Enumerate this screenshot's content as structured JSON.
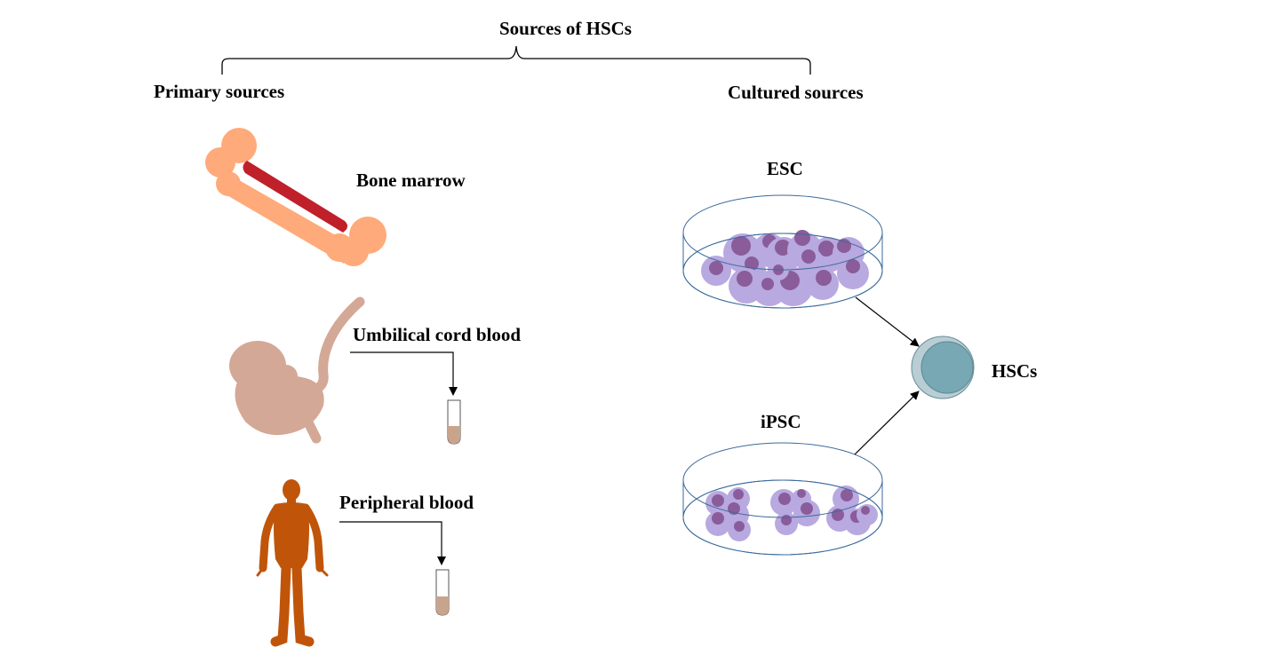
{
  "title": "Sources of HSCs",
  "primary": {
    "heading": "Primary sources",
    "items": [
      {
        "label": "Bone marrow",
        "icon": "bone-icon"
      },
      {
        "label": "Umbilical cord blood",
        "icon": "fetus-icon"
      },
      {
        "label": "Peripheral blood",
        "icon": "human-body-icon"
      }
    ]
  },
  "cultured": {
    "heading": "Cultured sources",
    "items": [
      {
        "label": "ESC",
        "icon": "petri-dish-icon"
      },
      {
        "label": "iPSC",
        "icon": "petri-dish-icon"
      }
    ]
  },
  "result": {
    "label": "HSCs",
    "icon": "stem-cell-icon"
  },
  "colors": {
    "bone": "#FFAA7A",
    "marrow": "#C0202A",
    "fetus": "#D4A896",
    "body": "#C0550A",
    "cell_body": "#B8A9E0",
    "cell_nucleus": "#8A5C9A",
    "dish_outline": "#3A6A9A",
    "hsc_outer": "#B8CDD4",
    "hsc_inner": "#78A8B4"
  }
}
